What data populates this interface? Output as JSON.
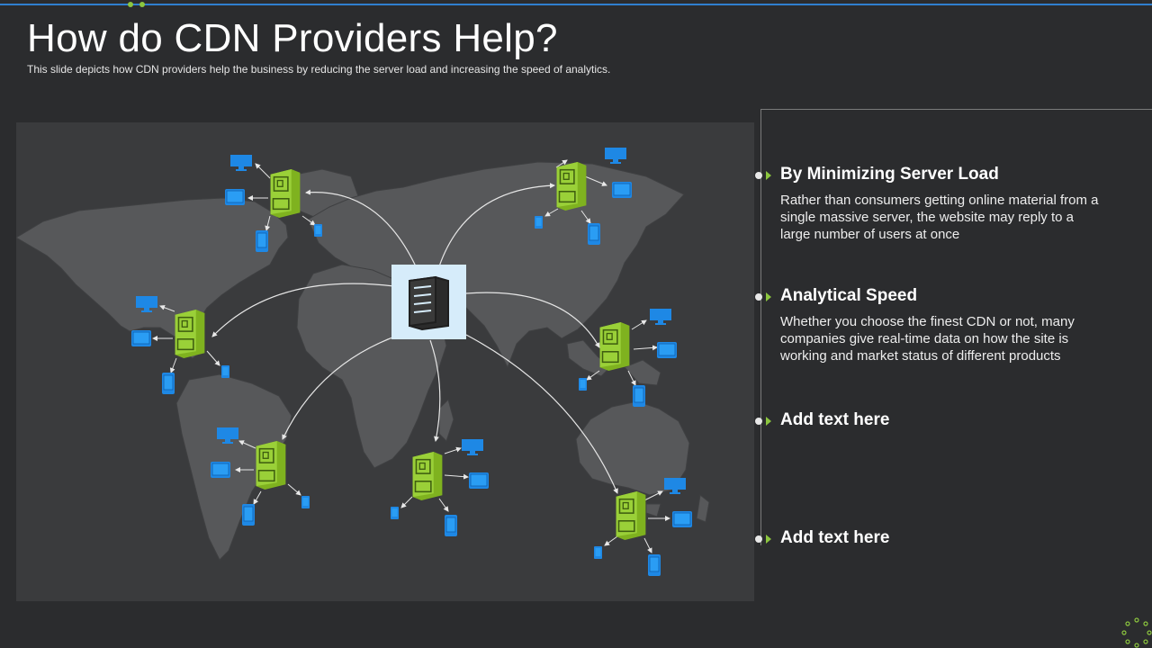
{
  "slide": {
    "title": "How do CDN Providers Help?",
    "subtitle": "This slide depicts how CDN providers  help the business by reducing the server  load and increasing the speed of analytics."
  },
  "colors": {
    "background": "#2b2c2e",
    "map_panel": "#3a3b3d",
    "continents": "#57585a",
    "accent_green": "#8cc63f",
    "device_blue": "#1e88e5",
    "central_server_box": "#d6ecfa",
    "top_rule": "#2f7fcf"
  },
  "diagram": {
    "central_icon": "data-center-server-icon",
    "edge_server_icon": "green-server-tower-icon",
    "device_icons": [
      "desktop-monitor-icon",
      "laptop-icon",
      "smartphone-icon",
      "tablet-icon"
    ]
  },
  "points": [
    {
      "title": "By Minimizing Server Load",
      "desc": "Rather than consumers getting online material from a single massive server, the website may reply to a large number of users at once"
    },
    {
      "title": "Analytical Speed",
      "desc": "Whether you choose the finest CDN or not, many companies give real-time data on how the site is working and market status of different products"
    },
    {
      "title": "Add text here",
      "desc": ""
    },
    {
      "title": "Add text here",
      "desc": ""
    }
  ]
}
